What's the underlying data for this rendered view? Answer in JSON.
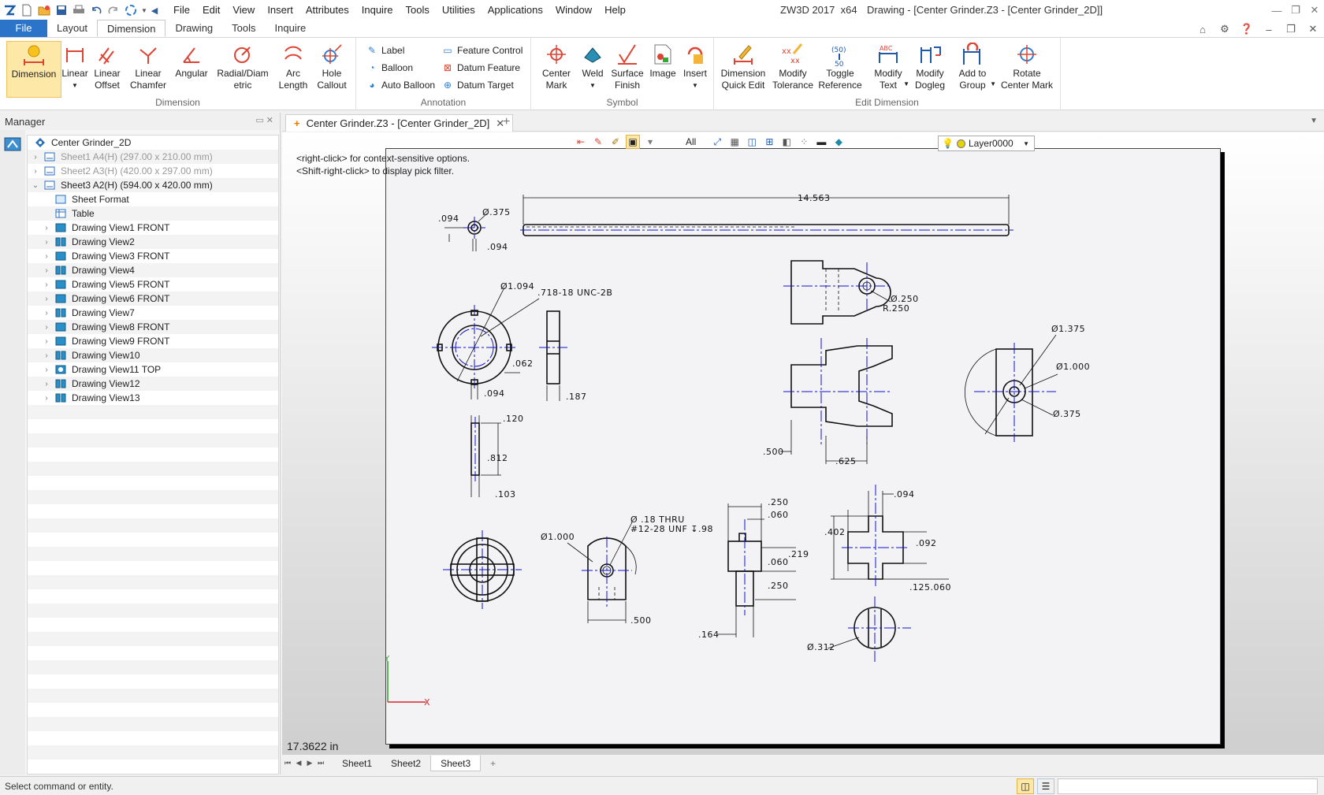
{
  "app": {
    "product": "ZW3D 2017  x64",
    "document_title": "Drawing - [Center Grinder.Z3 - [Center Grinder_2D]]"
  },
  "menu": [
    "File",
    "Edit",
    "View",
    "Insert",
    "Attributes",
    "Inquire",
    "Tools",
    "Utilities",
    "Applications",
    "Window",
    "Help"
  ],
  "ribbon_tabs": [
    "File",
    "Layout",
    "Dimension",
    "Drawing",
    "Tools",
    "Inquire"
  ],
  "ribbon_active_tab": "Dimension",
  "ribbon": {
    "dimension_group": {
      "label": "Dimension",
      "buttons": [
        "Dimension",
        "Linear",
        "Linear\nOffset",
        "Linear\nChamfer",
        "Angular",
        "Radial/Diam\netric",
        "Arc\nLength",
        "Hole\nCallout"
      ]
    },
    "annotation_group": {
      "label": "Annotation",
      "items": [
        "Label",
        "Balloon",
        "Auto Balloon",
        "Feature Control",
        "Datum Feature",
        "Datum Target"
      ]
    },
    "symbol_group": {
      "label": "Symbol",
      "buttons": [
        "Center\nMark",
        "Weld",
        "Surface\nFinish",
        "Image",
        "Insert"
      ]
    },
    "edit_group": {
      "label": "Edit Dimension",
      "buttons": [
        "Dimension\nQuick Edit",
        "Modify\nTolerance",
        "Toggle\nReference",
        "Modify\nText",
        "Modify\nDogleg",
        "Add to\nGroup",
        "Rotate\nCenter Mark"
      ]
    }
  },
  "manager": {
    "title": "Manager",
    "root": "Center Grinder_2D",
    "items": [
      {
        "label": "Sheet1 A4(H) (297.00 x 210.00 mm)",
        "level": 1,
        "expand": true,
        "dim": true,
        "icon": "sheet-icon"
      },
      {
        "label": "Sheet2 A3(H) (420.00 x 297.00 mm)",
        "level": 1,
        "expand": true,
        "dim": true,
        "icon": "sheet-icon"
      },
      {
        "label": "Sheet3 A2(H) (594.00 x 420.00 mm)",
        "level": 1,
        "expand": true,
        "expanded": true,
        "dim": false,
        "icon": "sheet-icon"
      },
      {
        "label": "Sheet Format",
        "level": 2,
        "expand": false,
        "icon": "format-icon"
      },
      {
        "label": "Table",
        "level": 2,
        "expand": false,
        "icon": "table-icon"
      },
      {
        "label": "Drawing View1 FRONT",
        "level": 2,
        "expand": true,
        "icon": "view-front-icon"
      },
      {
        "label": "Drawing View2",
        "level": 2,
        "expand": true,
        "icon": "view-projected-icon"
      },
      {
        "label": "Drawing View3 FRONT",
        "level": 2,
        "expand": true,
        "icon": "view-front-icon"
      },
      {
        "label": "Drawing View4",
        "level": 2,
        "expand": true,
        "icon": "view-projected-icon"
      },
      {
        "label": "Drawing View5 FRONT",
        "level": 2,
        "expand": true,
        "icon": "view-front-icon"
      },
      {
        "label": "Drawing View6 FRONT",
        "level": 2,
        "expand": true,
        "icon": "view-front-icon"
      },
      {
        "label": "Drawing View7",
        "level": 2,
        "expand": true,
        "icon": "view-projected-icon"
      },
      {
        "label": "Drawing View8 FRONT",
        "level": 2,
        "expand": true,
        "icon": "view-front-icon"
      },
      {
        "label": "Drawing View9 FRONT",
        "level": 2,
        "expand": true,
        "icon": "view-front-icon"
      },
      {
        "label": "Drawing View10",
        "level": 2,
        "expand": true,
        "icon": "view-projected-icon"
      },
      {
        "label": "Drawing View11 TOP",
        "level": 2,
        "expand": true,
        "icon": "view-top-icon"
      },
      {
        "label": "Drawing View12",
        "level": 2,
        "expand": true,
        "icon": "view-projected-icon"
      },
      {
        "label": "Drawing View13",
        "level": 2,
        "expand": true,
        "icon": "view-projected-icon"
      }
    ]
  },
  "doc_tab": "Center Grinder.Z3 - [Center Grinder_2D]",
  "graphics_toolbar": {
    "filter": "All",
    "layer": "Layer0000"
  },
  "hints": [
    "<right-click> for context-sensitive options.",
    "<Shift-right-click> to display pick filter."
  ],
  "measure": "17.3622 in",
  "sheet_tabs": [
    "Sheet1",
    "Sheet2",
    "Sheet3"
  ],
  "active_sheet": "Sheet3",
  "status": "Select command or entity.",
  "drawing_labels": {
    "d_14563": "14.563",
    "d_375": "Ø.375",
    "d_094a": ".094",
    "d_094b": ".094",
    "d_1094": "Ø1.094",
    "d_unc": ".718-18  UNC-2B",
    "d_062": ".062",
    "d_094c": ".094",
    "d_187": ".187",
    "d_250a": "Ø.250",
    "d_r250": "R.250",
    "d_1375": "Ø1.375",
    "d_1000a": "Ø1.000",
    "d_375b": "Ø.375",
    "d_500a": ".500",
    "d_625": ".625",
    "d_120": ".120",
    "d_812": ".812",
    "d_103": ".103",
    "d_1000b": "Ø1.000",
    "d_18thru": "Ø .18  THRU",
    "d_unf": "#12-28  UNF  ↧.98",
    "d_500b": ".500",
    "d_250b": ".250",
    "d_060a": ".060",
    "d_219": ".219",
    "d_060b": ".060",
    "d_250c": ".250",
    "d_164": ".164",
    "d_094d": ".094",
    "d_402": ".402",
    "d_092": ".092",
    "d_125060": ".125.060",
    "d_312": "Ø.312"
  },
  "colors": {
    "accent": "#2b74c9",
    "centerline": "#1010cc",
    "highlight": "#fde8a8"
  }
}
